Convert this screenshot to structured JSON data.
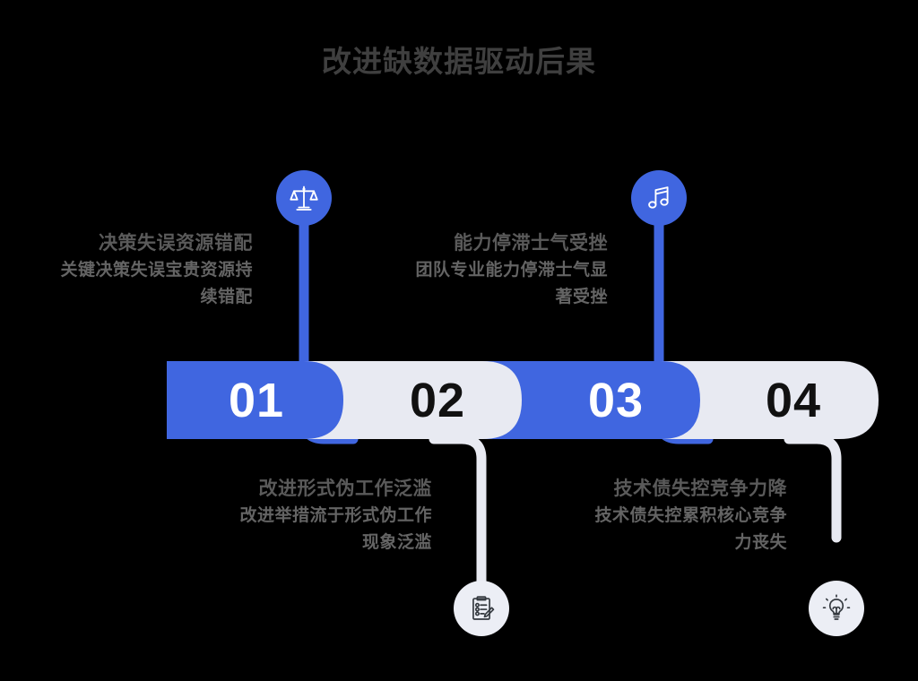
{
  "page": {
    "title": "改进缺数据驱动后果",
    "background_color": "#000000"
  },
  "colors": {
    "accent_blue": "#4066e0",
    "segment_grey": "#e8eaf2",
    "icon_bubble_grey": "#eceef5",
    "title_grey": "#3f3f3f",
    "body_grey": "#646464"
  },
  "timeline": {
    "segments": [
      {
        "number": "01",
        "style": "blue",
        "number_color": "#ffffff"
      },
      {
        "number": "02",
        "style": "grey",
        "number_color": "#111111"
      },
      {
        "number": "03",
        "style": "blue",
        "number_color": "#ffffff"
      },
      {
        "number": "04",
        "style": "grey",
        "number_color": "#111111"
      }
    ]
  },
  "items": [
    {
      "number": "01",
      "position": "above",
      "icon": "scales-icon",
      "icon_style": "blue",
      "title": "决策失误资源错配",
      "body": "关键决策失误宝贵资源持续错配"
    },
    {
      "number": "02",
      "position": "below",
      "icon": "clipboard-checklist-icon",
      "icon_style": "grey",
      "title": "改进形式伪工作泛滥",
      "body": "改进举措流于形式伪工作现象泛滥"
    },
    {
      "number": "03",
      "position": "above",
      "icon": "music-note-icon",
      "icon_style": "blue",
      "title": "能力停滞士气受挫",
      "body": "团队专业能力停滞士气显著受挫"
    },
    {
      "number": "04",
      "position": "below",
      "icon": "lightbulb-icon",
      "icon_style": "grey",
      "title": "技术债失控竞争力降",
      "body": "技术债失控累积核心竞争力丧失"
    }
  ]
}
